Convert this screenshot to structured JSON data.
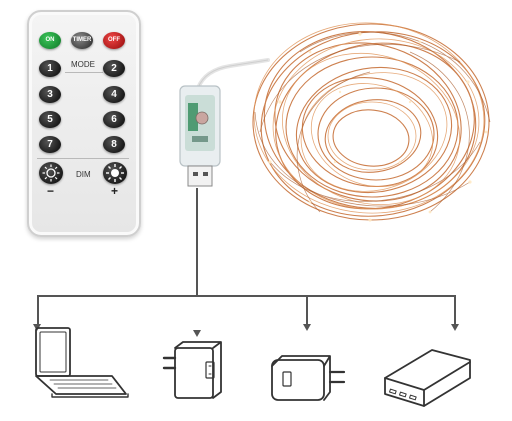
{
  "remote": {
    "on_label": "ON",
    "timer_label": "TIMER",
    "off_label": "OFF",
    "mode_label": "MODE",
    "dim_label": "DIM",
    "minus_label": "−",
    "plus_label": "+",
    "left_buttons": [
      "1",
      "3",
      "5",
      "7"
    ],
    "right_buttons": [
      "2",
      "4",
      "6",
      "8"
    ]
  },
  "colors": {
    "wire": "#c8733c",
    "connector": "#555555"
  },
  "devices": [
    "laptop-icon",
    "power-adapter-icon",
    "usb-wall-charger-icon",
    "power-bank-icon"
  ]
}
